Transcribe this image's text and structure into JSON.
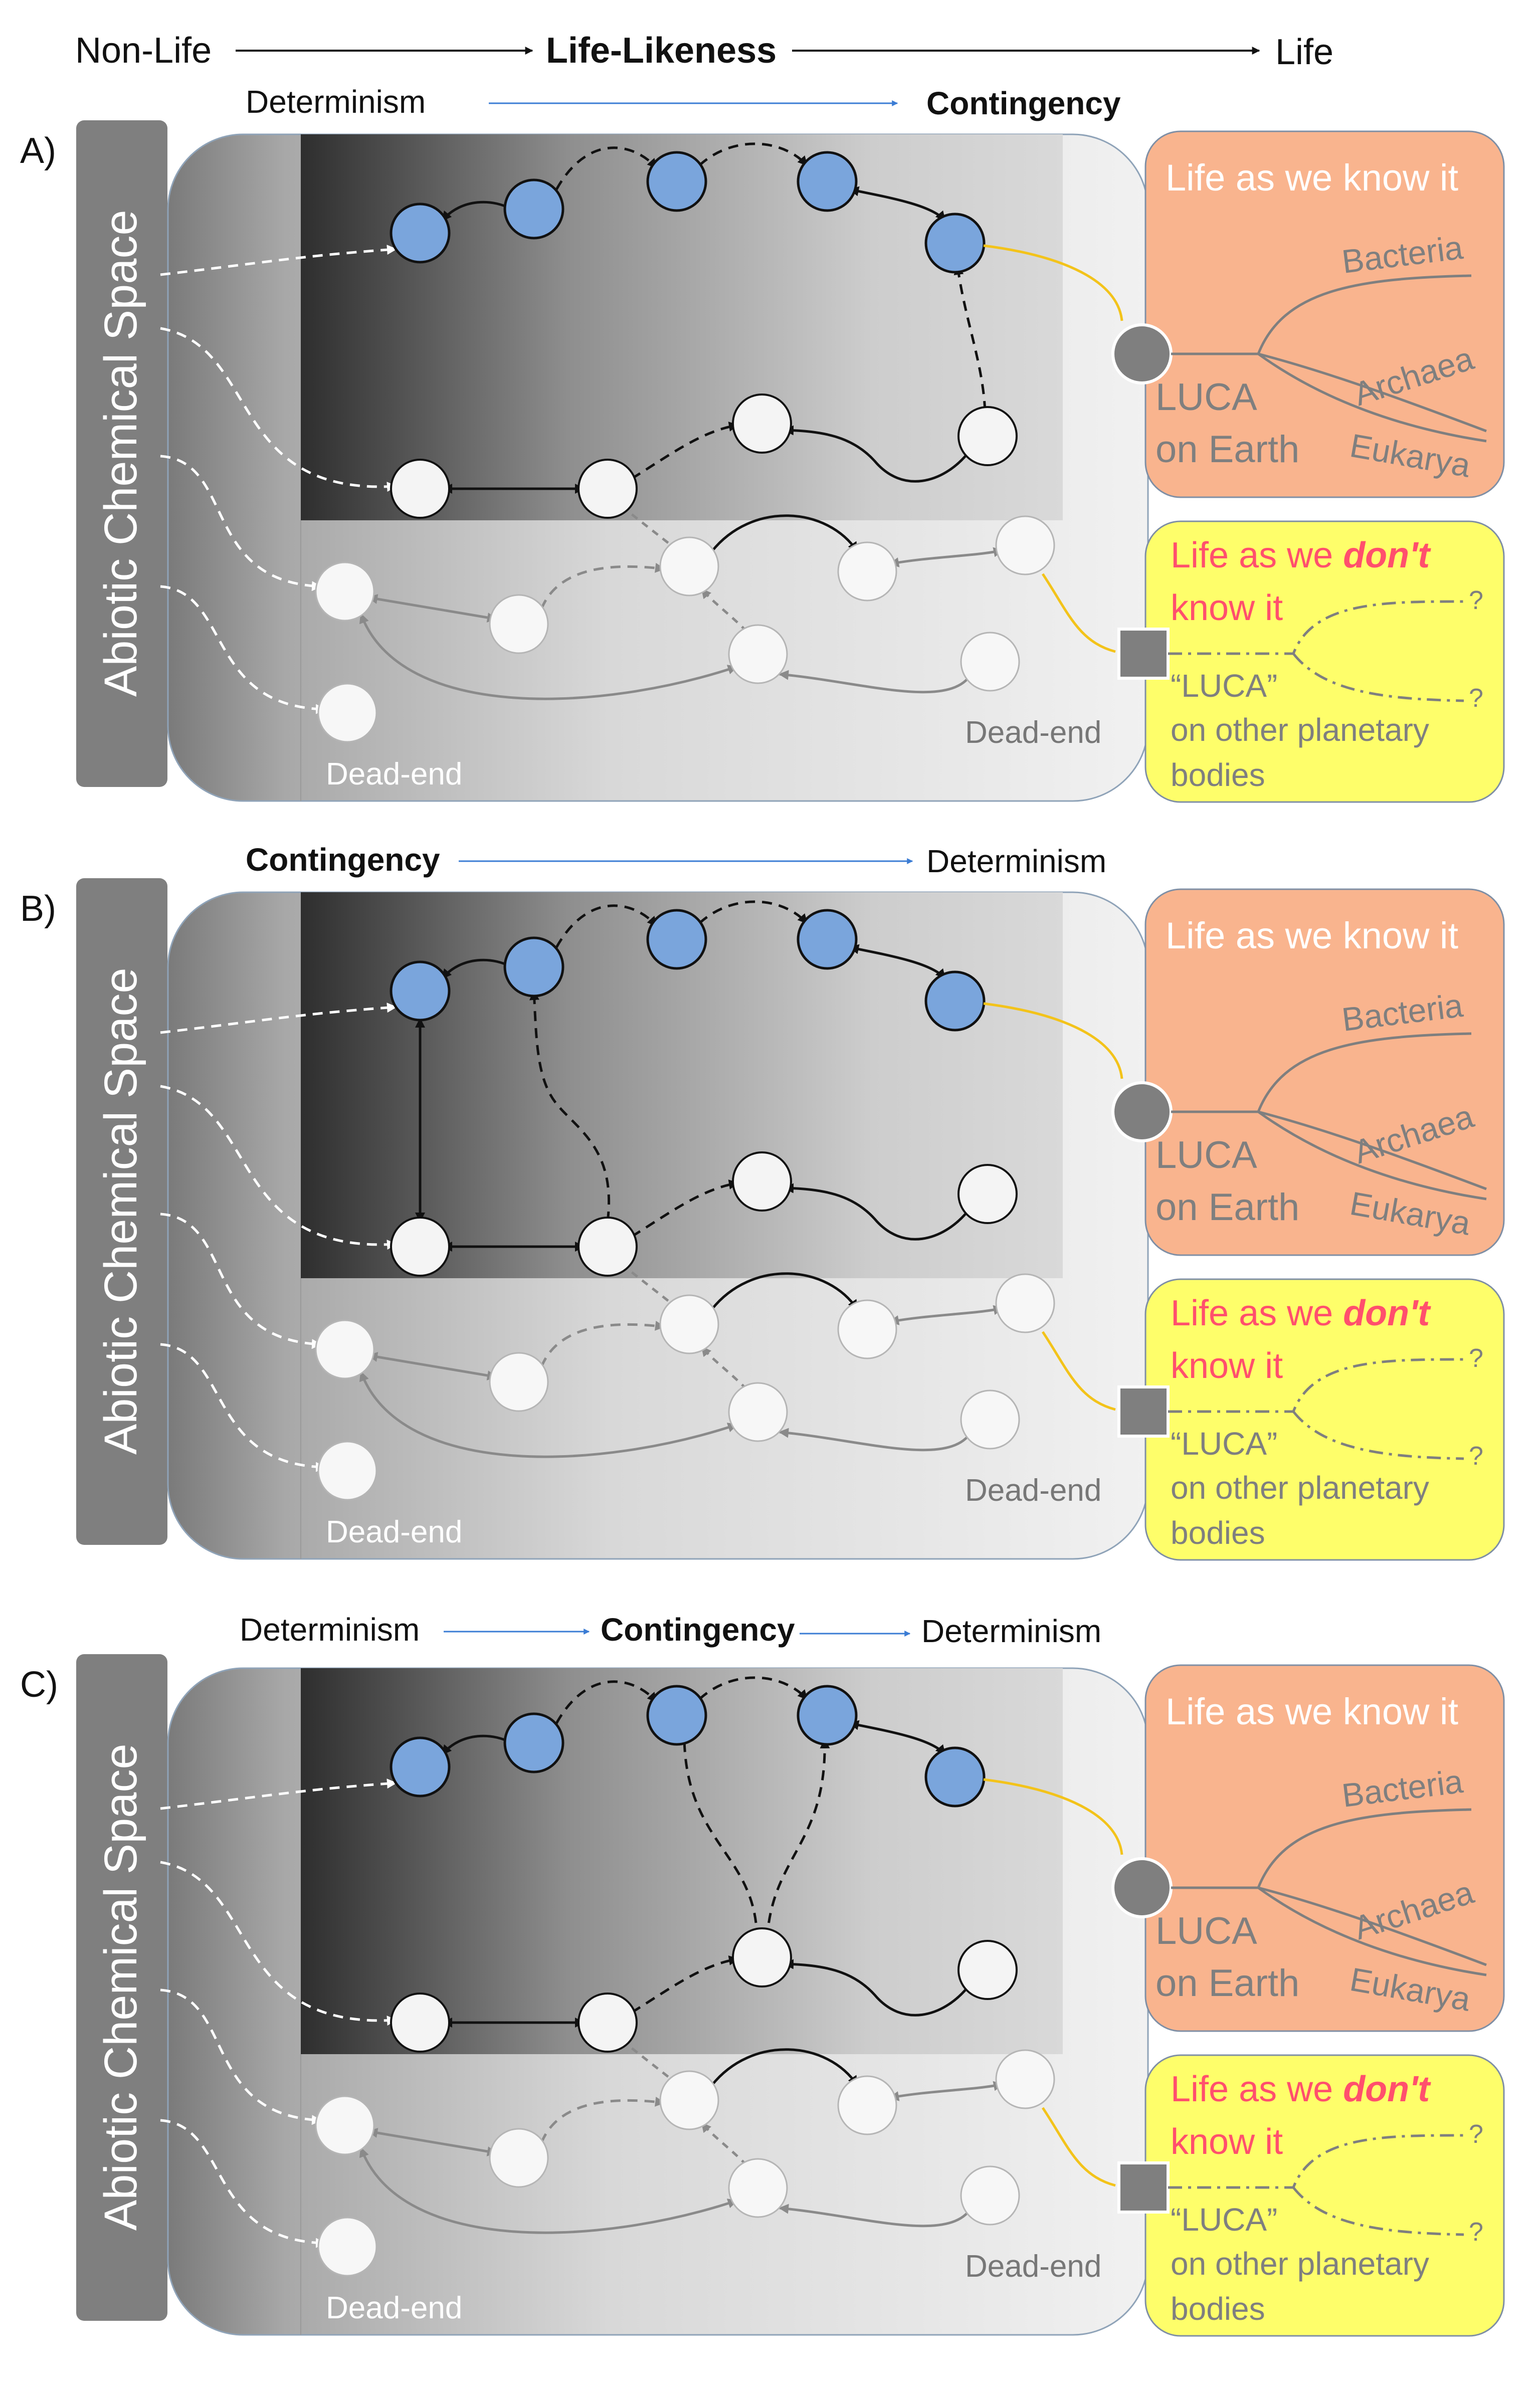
{
  "header": {
    "left_label": "Non-Life",
    "center_label": "Life-Likeness",
    "right_label": "Life"
  },
  "panels": [
    {
      "id": "A",
      "letter": "A)",
      "axis": [
        {
          "text": "Determinism",
          "bold": false
        },
        {
          "text": "Contingency",
          "bold": true
        }
      ],
      "extra_paths": []
    },
    {
      "id": "B",
      "letter": "B)",
      "axis": [
        {
          "text": "Contingency",
          "bold": true
        },
        {
          "text": "Determinism",
          "bold": false
        }
      ],
      "extra_paths": [
        "b-vert",
        "b-up"
      ]
    },
    {
      "id": "C",
      "letter": "C)",
      "axis": [
        {
          "text": "Determinism",
          "bold": false
        },
        {
          "text": "Contingency",
          "bold": true
        },
        {
          "text": "Determinism",
          "bold": false
        }
      ],
      "extra_paths": [
        "c-fork"
      ]
    }
  ],
  "common": {
    "side_label": "Abiotic Chemical Space",
    "dead_end": "Dead-end",
    "known_title": "Life as we know it",
    "luca_earth_line1": "LUCA",
    "luca_earth_line2": "on Earth",
    "domains": [
      "Bacteria",
      "Archaea",
      "Eukarya"
    ],
    "unknown_title_prefix": "Life as we ",
    "unknown_title_emph": "don't",
    "unknown_title_line2": "know it",
    "luca_other_line1": "“LUCA”",
    "luca_other_line2": "on other planetary",
    "luca_other_line3": "bodies",
    "question_mark": "?"
  },
  "colors": {
    "known_box": "#f9b48e",
    "unknown_box": "#fefe6a",
    "blue_node": "#7aa5dc",
    "red_text": "#ff4f6d",
    "yellow_link": "#f3c31a",
    "luca_node": "#7f7f7f",
    "side_bar": "#7f7f7f",
    "arrow_blue": "#3b7cd4"
  }
}
